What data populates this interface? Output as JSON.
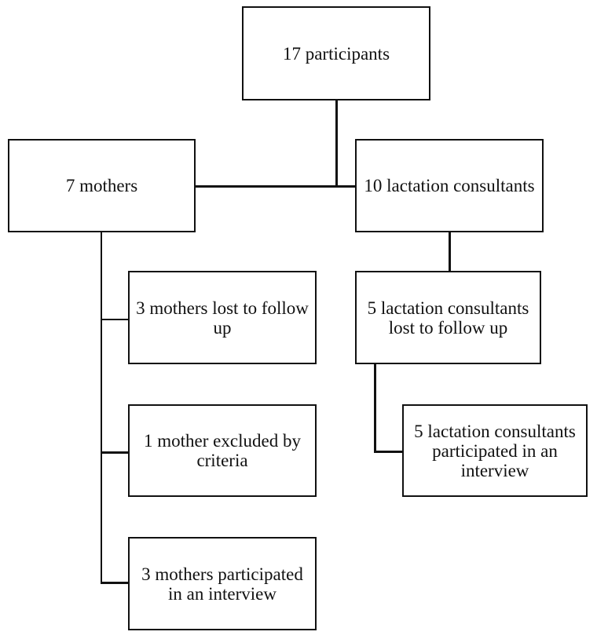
{
  "diagram": {
    "type": "flowchart",
    "colors": {
      "background": "#ffffff",
      "line": "#111111",
      "text": "#111111"
    },
    "nodes": [
      {
        "id": "participants",
        "label": "17 participants",
        "lines": [
          "17 participants"
        ]
      },
      {
        "id": "mothers",
        "label": "7 mothers",
        "lines": [
          "7 mothers"
        ]
      },
      {
        "id": "lactation-consultants",
        "label": "10 lactation consultants",
        "lines": [
          "10 lactation consultants"
        ]
      },
      {
        "id": "mothers-lost",
        "label": "3 mothers lost to follow up",
        "lines": [
          "3 mothers lost to follow",
          "up"
        ]
      },
      {
        "id": "mother-excluded",
        "label": "1 mother excluded by criteria",
        "lines": [
          "1 mother excluded by",
          "criteria"
        ]
      },
      {
        "id": "mothers-interview",
        "label": "3 mothers participated in an interview",
        "lines": [
          "3 mothers participated",
          "in an interview"
        ]
      },
      {
        "id": "lc-lost",
        "label": "5 lactation consultants lost to follow up",
        "lines": [
          "5 lactation consultants",
          "lost to follow up"
        ]
      },
      {
        "id": "lc-interview",
        "label": "5 lactation consultants participated in an interview",
        "lines": [
          "5 lactation consultants",
          "participated in an",
          "interview"
        ]
      }
    ],
    "edges": [
      {
        "from": "participants",
        "to": "mothers"
      },
      {
        "from": "participants",
        "to": "lactation-consultants"
      },
      {
        "from": "mothers",
        "to": "mothers-lost"
      },
      {
        "from": "mothers",
        "to": "mother-excluded"
      },
      {
        "from": "mothers",
        "to": "mothers-interview"
      },
      {
        "from": "lactation-consultants",
        "to": "lc-lost"
      },
      {
        "from": "lc-lost",
        "to": "lc-interview"
      }
    ]
  }
}
